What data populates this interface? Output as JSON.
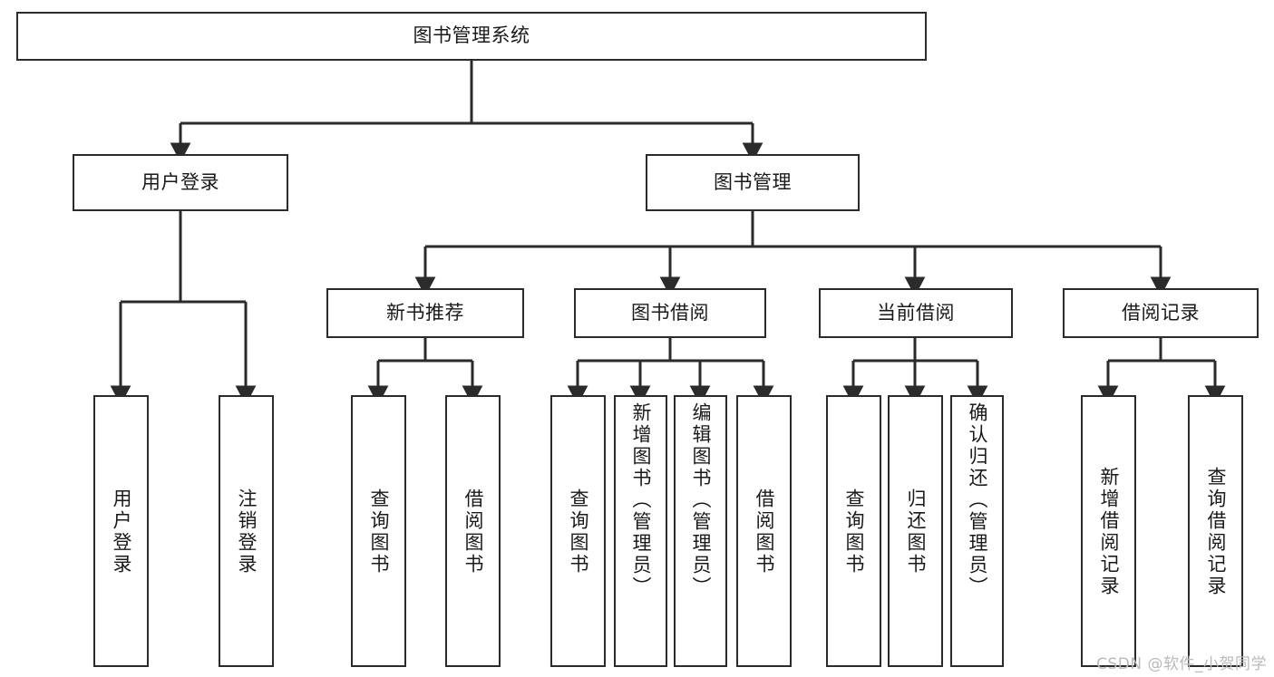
{
  "diagram": {
    "type": "tree-hierarchy",
    "title": "图书管理系统",
    "levels": 4,
    "root": {
      "id": "root",
      "label": "图书管理系统"
    },
    "level2": [
      {
        "id": "user-login",
        "label": "用户登录"
      },
      {
        "id": "book-manage",
        "label": "图书管理"
      }
    ],
    "level3": [
      {
        "id": "new-book-rec",
        "label": "新书推荐",
        "parent": "book-manage"
      },
      {
        "id": "book-borrow",
        "label": "图书借阅",
        "parent": "book-manage"
      },
      {
        "id": "current-borrow",
        "label": "当前借阅",
        "parent": "book-manage"
      },
      {
        "id": "borrow-record",
        "label": "借阅记录",
        "parent": "book-manage"
      }
    ],
    "leaves": {
      "user-login": [
        {
          "id": "leaf-user-login",
          "label": "用户登录"
        },
        {
          "id": "leaf-logout",
          "label": "注销登录"
        }
      ],
      "new-book-rec": [
        {
          "id": "leaf-query-book-1",
          "label": "查询图书"
        },
        {
          "id": "leaf-borrow-book-1",
          "label": "借阅图书"
        }
      ],
      "book-borrow": [
        {
          "id": "leaf-query-book-2",
          "label": "查询图书"
        },
        {
          "id": "leaf-add-book",
          "label": "新增图书（管理员）"
        },
        {
          "id": "leaf-edit-book",
          "label": "编辑图书（管理员）"
        },
        {
          "id": "leaf-borrow-book-2",
          "label": "借阅图书"
        }
      ],
      "current-borrow": [
        {
          "id": "leaf-query-book-3",
          "label": "查询图书"
        },
        {
          "id": "leaf-return-book",
          "label": "归还图书"
        },
        {
          "id": "leaf-confirm-return",
          "label": "确认归还（管理员）"
        }
      ],
      "borrow-record": [
        {
          "id": "leaf-add-record",
          "label": "新增借阅记录"
        },
        {
          "id": "leaf-query-record",
          "label": "查询借阅记录"
        }
      ]
    },
    "colors": {
      "stroke": "#2b2b2b",
      "fill": "#ffffff",
      "text": "#1a1a1a",
      "watermark": "#b9b9b9"
    }
  },
  "watermark": {
    "text": "CSDN @软件_小贺同学"
  }
}
